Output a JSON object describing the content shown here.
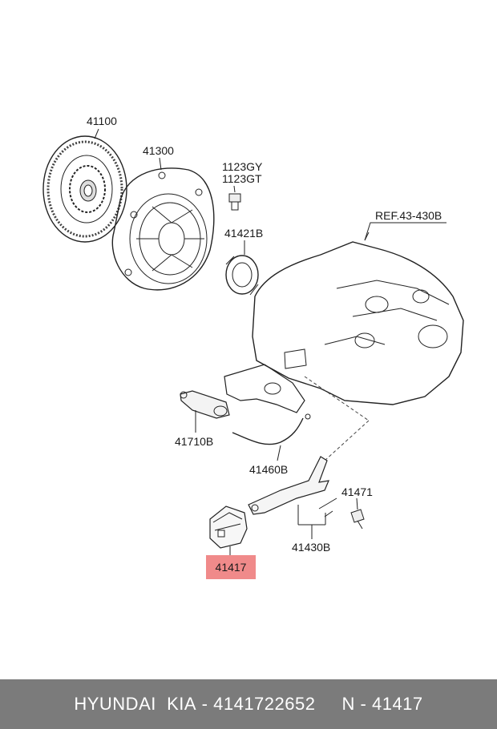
{
  "labels": {
    "p41100": "41100",
    "p41300": "41300",
    "p1123GY": "1123GY",
    "p1123GT": "1123GT",
    "p41421B": "41421B",
    "ref": "REF.43-430B",
    "p41710B": "41710B",
    "p41460B": "41460B",
    "p41471": "41471",
    "p41430B": "41430B",
    "p41417": "41417"
  },
  "footer": {
    "brand": "HYUNDAI  KIA",
    "sep1": " - ",
    "part_number": "4141722652",
    "gap": "     ",
    "code": "N - 41417"
  },
  "colors": {
    "highlight": "#f08a8a",
    "footer_bg": "#7b7b7b"
  }
}
